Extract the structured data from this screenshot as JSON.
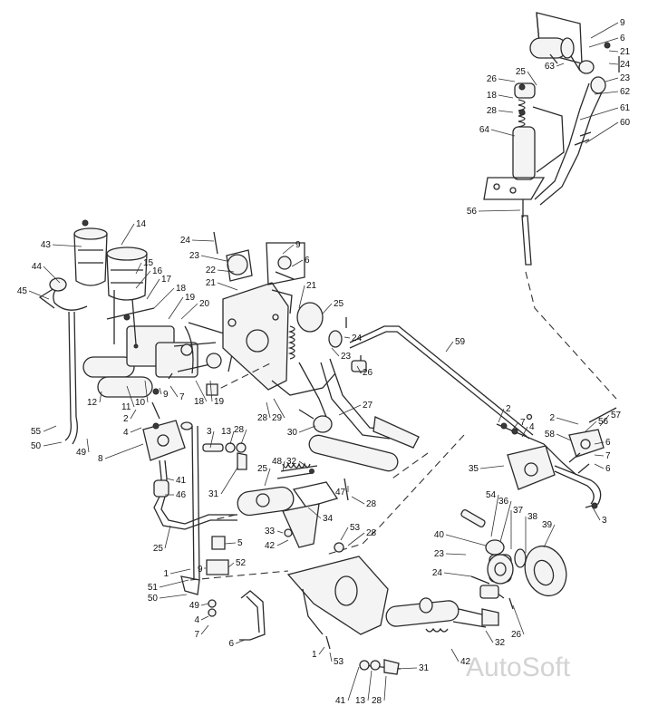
{
  "watermark": "AutoSoft",
  "callouts": [
    {
      "text": "9"
    },
    {
      "text": "6"
    },
    {
      "text": "21"
    },
    {
      "text": "24"
    },
    {
      "text": "23"
    },
    {
      "text": "63"
    },
    {
      "text": "25"
    },
    {
      "text": "26"
    },
    {
      "text": "18"
    },
    {
      "text": "28"
    },
    {
      "text": "62"
    },
    {
      "text": "61"
    },
    {
      "text": "60"
    },
    {
      "text": "64"
    },
    {
      "text": "56"
    },
    {
      "text": "14"
    },
    {
      "text": "43"
    },
    {
      "text": "44"
    },
    {
      "text": "45"
    },
    {
      "text": "15"
    },
    {
      "text": "16"
    },
    {
      "text": "17"
    },
    {
      "text": "18"
    },
    {
      "text": "19"
    },
    {
      "text": "20"
    },
    {
      "text": "12"
    },
    {
      "text": "11"
    },
    {
      "text": "10"
    },
    {
      "text": "9"
    },
    {
      "text": "7"
    },
    {
      "text": "2"
    },
    {
      "text": "4"
    },
    {
      "text": "18"
    },
    {
      "text": "19"
    },
    {
      "text": "24"
    },
    {
      "text": "23"
    },
    {
      "text": "22"
    },
    {
      "text": "21"
    },
    {
      "text": "9"
    },
    {
      "text": "6"
    },
    {
      "text": "21"
    },
    {
      "text": "25"
    },
    {
      "text": "24"
    },
    {
      "text": "23"
    },
    {
      "text": "26"
    },
    {
      "text": "59"
    },
    {
      "text": "28"
    },
    {
      "text": "29"
    },
    {
      "text": "27"
    },
    {
      "text": "30"
    },
    {
      "text": "2"
    },
    {
      "text": "7"
    },
    {
      "text": "4"
    },
    {
      "text": "2"
    },
    {
      "text": "56"
    },
    {
      "text": "57"
    },
    {
      "text": "58"
    },
    {
      "text": "6"
    },
    {
      "text": "7"
    },
    {
      "text": "6"
    },
    {
      "text": "55"
    },
    {
      "text": "50"
    },
    {
      "text": "49"
    },
    {
      "text": "8"
    },
    {
      "text": "3"
    },
    {
      "text": "13"
    },
    {
      "text": "28"
    },
    {
      "text": "48"
    },
    {
      "text": "32"
    },
    {
      "text": "25"
    },
    {
      "text": "31"
    },
    {
      "text": "41"
    },
    {
      "text": "46"
    },
    {
      "text": "47"
    },
    {
      "text": "28"
    },
    {
      "text": "34"
    },
    {
      "text": "33"
    },
    {
      "text": "42"
    },
    {
      "text": "53"
    },
    {
      "text": "28"
    },
    {
      "text": "35"
    },
    {
      "text": "3"
    },
    {
      "text": "54"
    },
    {
      "text": "36"
    },
    {
      "text": "37"
    },
    {
      "text": "38"
    },
    {
      "text": "39"
    },
    {
      "text": "40"
    },
    {
      "text": "23"
    },
    {
      "text": "24"
    },
    {
      "text": "26"
    },
    {
      "text": "25"
    },
    {
      "text": "1"
    },
    {
      "text": "5"
    },
    {
      "text": "9"
    },
    {
      "text": "52"
    },
    {
      "text": "51"
    },
    {
      "text": "50"
    },
    {
      "text": "49"
    },
    {
      "text": "4"
    },
    {
      "text": "7"
    },
    {
      "text": "6"
    },
    {
      "text": "1"
    },
    {
      "text": "53"
    },
    {
      "text": "42"
    },
    {
      "text": "32"
    },
    {
      "text": "31"
    },
    {
      "text": "41"
    },
    {
      "text": "13"
    },
    {
      "text": "28"
    },
    {
      "text": "48"
    }
  ]
}
